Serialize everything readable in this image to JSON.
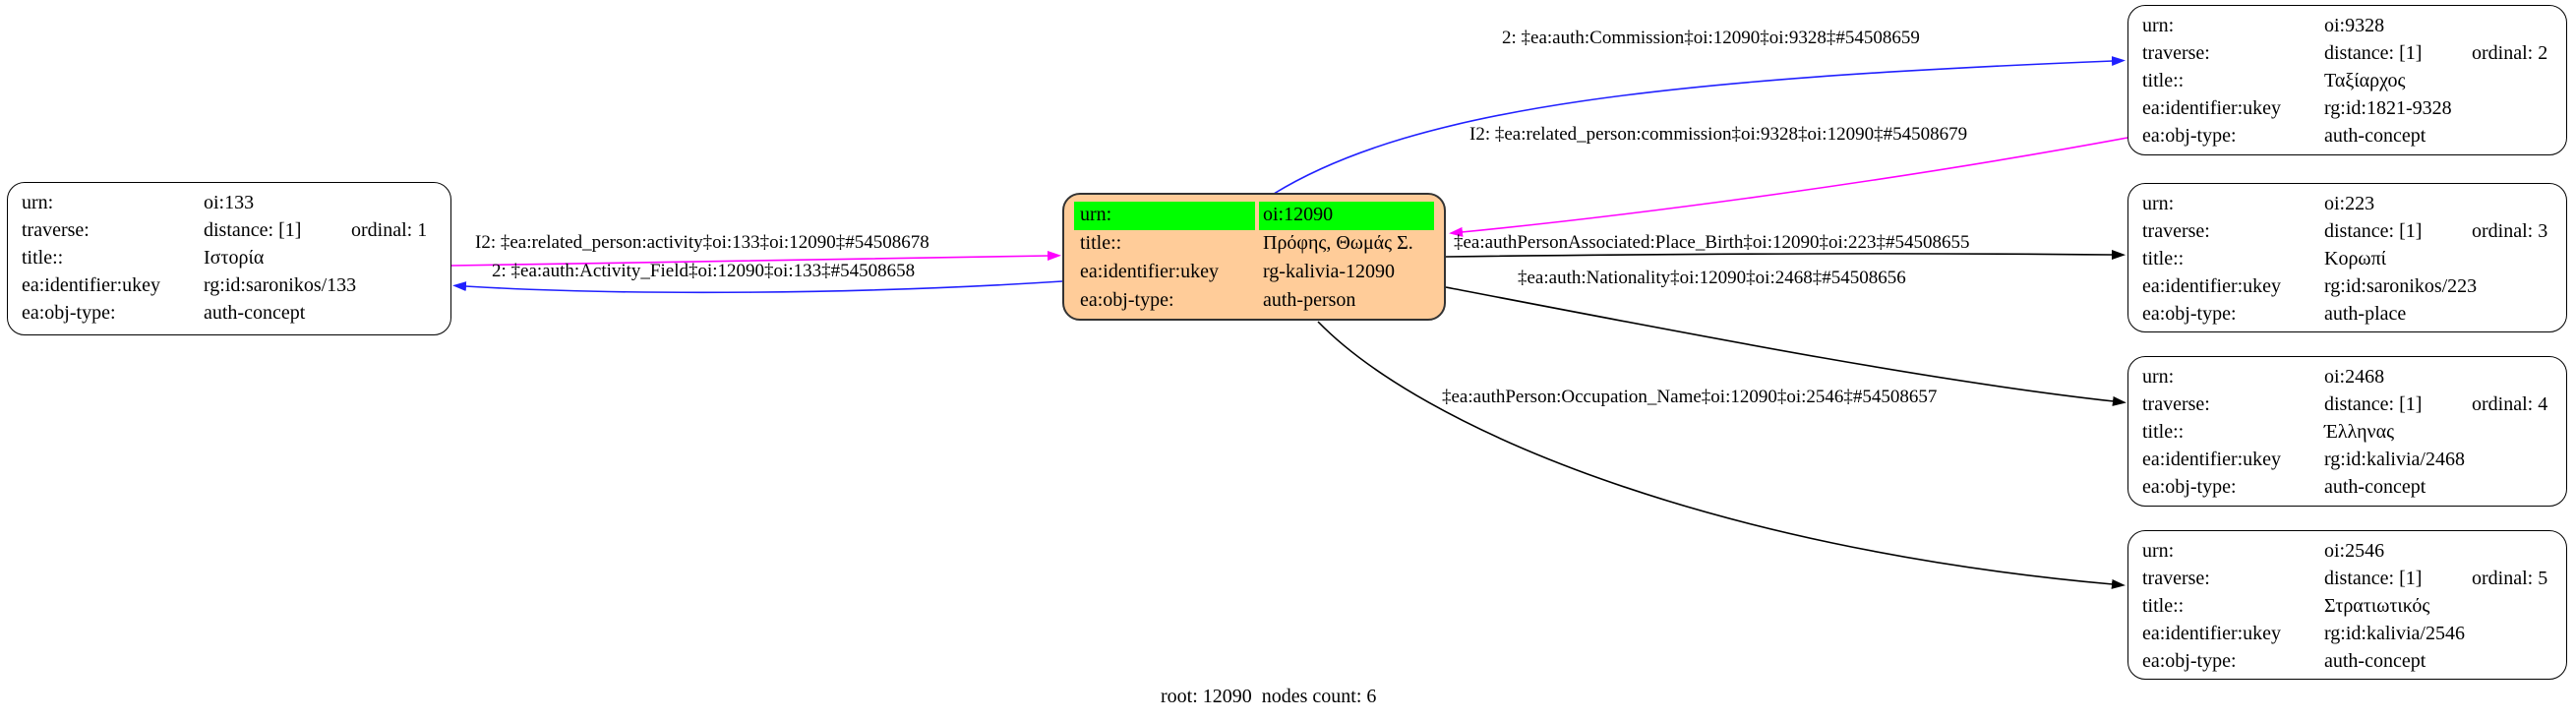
{
  "graph": {
    "footer": "root: 12090  nodes count: 6"
  },
  "colors": {
    "root_fill": "#ffcc99",
    "highlight_cell": "#00ff00",
    "edge_forward": "#2020ff",
    "edge_inverse": "#ff00ff",
    "edge_attribute": "#000000",
    "node_fill": "#ffffff",
    "node_border": "#000000"
  },
  "field_labels": {
    "urn": "urn:",
    "traverse": "traverse:",
    "title": "title::",
    "ukey": "ea:identifier:ukey",
    "objtype": "ea:obj-type:"
  },
  "root_node": {
    "urn": "oi:12090",
    "title": "Πρόφης, Θωμάς Σ.",
    "ukey": "rg-kalivia-12090",
    "objtype": "auth-person"
  },
  "nodes": [
    {
      "urn": "oi:133",
      "distance": "distance: [1]",
      "ordinal": "ordinal: 1",
      "title": "Ιστορία",
      "ukey": "rg:id:saronikos/133",
      "objtype": "auth-concept"
    },
    {
      "urn": "oi:9328",
      "distance": "distance: [1]",
      "ordinal": "ordinal: 2",
      "title": "Ταξίαρχος",
      "ukey": "rg:id:1821-9328",
      "objtype": "auth-concept"
    },
    {
      "urn": "oi:223",
      "distance": "distance: [1]",
      "ordinal": "ordinal: 3",
      "title": "Κορωπί",
      "ukey": "rg:id:saronikos/223",
      "objtype": "auth-place"
    },
    {
      "urn": "oi:2468",
      "distance": "distance: [1]",
      "ordinal": "ordinal: 4",
      "title": "Έλληνας",
      "ukey": "rg:id:kalivia/2468",
      "objtype": "auth-concept"
    },
    {
      "urn": "oi:2546",
      "distance": "distance: [1]",
      "ordinal": "ordinal: 5",
      "title": "Στρατιωτικός",
      "ukey": "rg:id:kalivia/2546",
      "objtype": "auth-concept"
    }
  ],
  "edges": [
    {
      "label": "2: ‡ea:auth:Commission‡oi:12090‡oi:9328‡#54508659"
    },
    {
      "label": "I2: ‡ea:related_person:commission‡oi:9328‡oi:12090‡#54508679"
    },
    {
      "label": "I2: ‡ea:related_person:activity‡oi:133‡oi:12090‡#54508678"
    },
    {
      "label": "2: ‡ea:auth:Activity_Field‡oi:12090‡oi:133‡#54508658"
    },
    {
      "label": "‡ea:authPersonAssociated:Place_Birth‡oi:12090‡oi:223‡#54508655"
    },
    {
      "label": "‡ea:auth:Nationality‡oi:12090‡oi:2468‡#54508656"
    },
    {
      "label": "‡ea:authPerson:Occupation_Name‡oi:12090‡oi:2546‡#54508657"
    }
  ]
}
